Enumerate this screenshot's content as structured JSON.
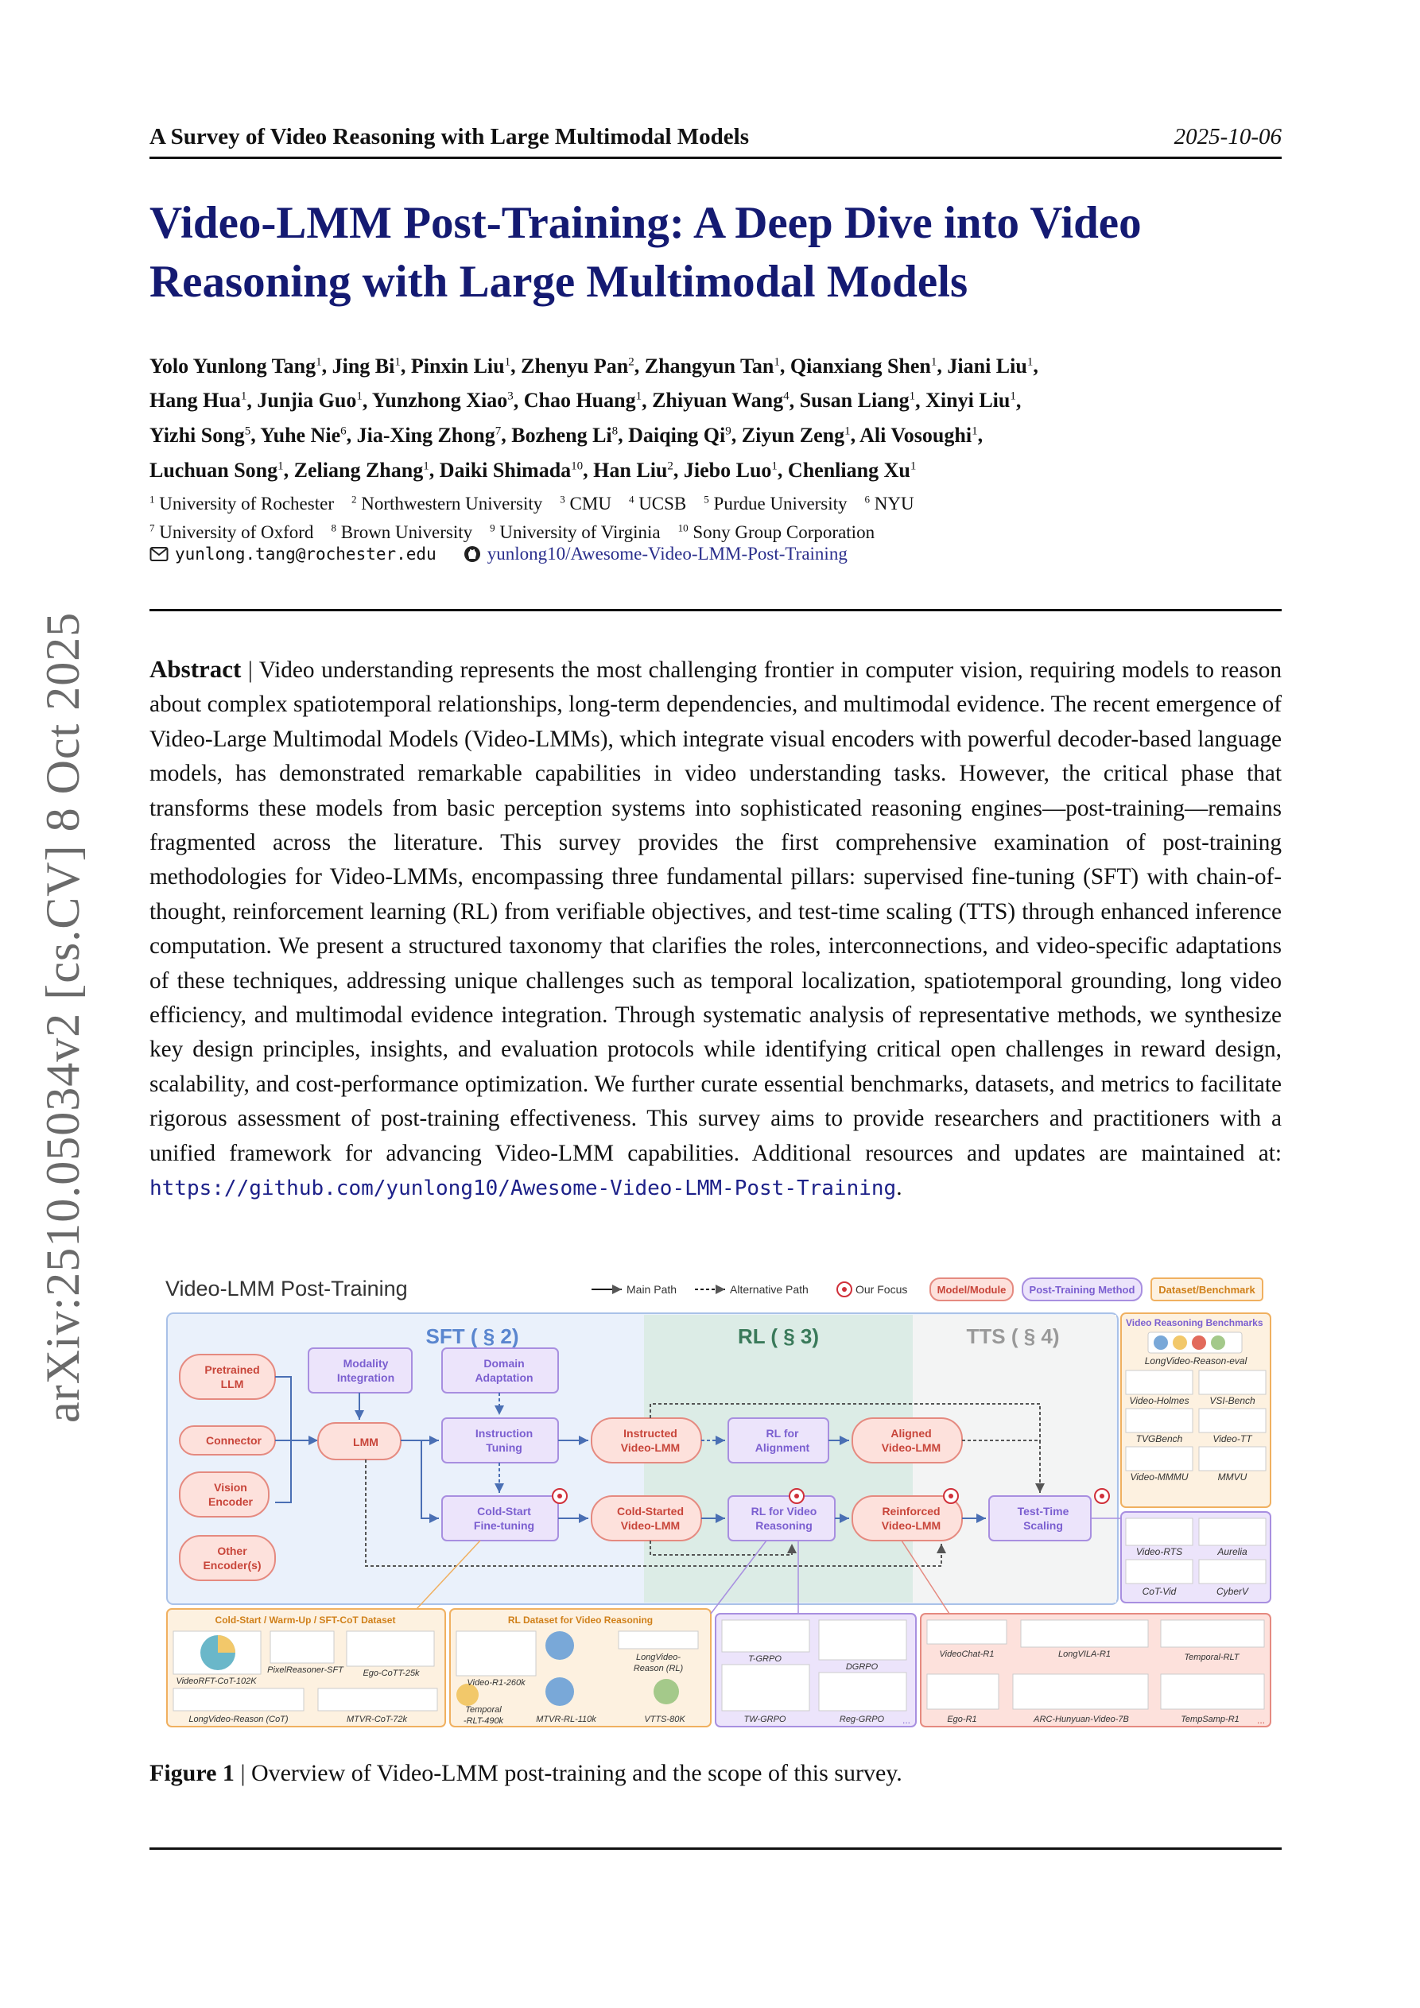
{
  "header": {
    "left": "A Survey of Video Reasoning with Large Multimodal Models",
    "right": "2025-10-06"
  },
  "title": {
    "line1": "Video-LMM Post-Training: A Deep Dive into Video",
    "line2": "Reasoning with Large Multimodal Models"
  },
  "authors": [
    {
      "name": "Yolo Yunlong Tang",
      "aff": "1"
    },
    {
      "name": "Jing Bi",
      "aff": "1"
    },
    {
      "name": "Pinxin Liu",
      "aff": "1"
    },
    {
      "name": "Zhenyu Pan",
      "aff": "2"
    },
    {
      "name": "Zhangyun Tan",
      "aff": "1"
    },
    {
      "name": "Qianxiang Shen",
      "aff": "1"
    },
    {
      "name": "Jiani Liu",
      "aff": "1"
    },
    {
      "name": "Hang Hua",
      "aff": "1"
    },
    {
      "name": "Junjia Guo",
      "aff": "1"
    },
    {
      "name": "Yunzhong Xiao",
      "aff": "3"
    },
    {
      "name": "Chao Huang",
      "aff": "1"
    },
    {
      "name": "Zhiyuan Wang",
      "aff": "4"
    },
    {
      "name": "Susan Liang",
      "aff": "1"
    },
    {
      "name": "Xinyi Liu",
      "aff": "1"
    },
    {
      "name": "Yizhi Song",
      "aff": "5"
    },
    {
      "name": "Yuhe Nie",
      "aff": "6"
    },
    {
      "name": "Jia-Xing Zhong",
      "aff": "7"
    },
    {
      "name": "Bozheng Li",
      "aff": "8"
    },
    {
      "name": "Daiqing Qi",
      "aff": "9"
    },
    {
      "name": "Ziyun Zeng",
      "aff": "1"
    },
    {
      "name": "Ali Vosoughi",
      "aff": "1"
    },
    {
      "name": "Luchuan Song",
      "aff": "1"
    },
    {
      "name": "Zeliang Zhang",
      "aff": "1"
    },
    {
      "name": "Daiki Shimada",
      "aff": "10"
    },
    {
      "name": "Han Liu",
      "aff": "2"
    },
    {
      "name": "Jiebo Luo",
      "aff": "1"
    },
    {
      "name": "Chenliang Xu",
      "aff": "1"
    }
  ],
  "author_lines": [
    7,
    7,
    7,
    6
  ],
  "affiliations": {
    "row1": [
      {
        "num": "1",
        "name": "University of Rochester"
      },
      {
        "num": "2",
        "name": "Northwestern University"
      },
      {
        "num": "3",
        "name": "CMU"
      },
      {
        "num": "4",
        "name": "UCSB"
      },
      {
        "num": "5",
        "name": "Purdue University"
      },
      {
        "num": "6",
        "name": "NYU"
      }
    ],
    "row2": [
      {
        "num": "7",
        "name": "University of Oxford"
      },
      {
        "num": "8",
        "name": "Brown University"
      },
      {
        "num": "9",
        "name": "University of Virginia"
      },
      {
        "num": "10",
        "name": "Sony Group Corporation"
      }
    ]
  },
  "contact": {
    "email": "yunlong.tang@rochester.edu",
    "repo": "yunlong10/Awesome-Video-LMM-Post-Training"
  },
  "arxiv_stamp": "arXiv:2510.05034v2  [cs.CV]  8 Oct 2025",
  "abstract": {
    "lead": "Abstract",
    "sep": " | ",
    "body": "Video understanding represents the most challenging frontier in computer vision, requiring models to reason about complex spatiotemporal relationships, long-term dependencies, and multimodal evidence. The recent emergence of Video-Large Multimodal Models (Video-LMMs), which integrate visual encoders with powerful decoder-based language models, has demonstrated remarkable capabilities in video understanding tasks. However, the critical phase that transforms these models from basic perception systems into sophisticated reasoning engines—post-training—remains fragmented across the literature. This survey provides the first comprehensive examination of post-training methodologies for Video-LMMs, encompassing three fundamental pillars: supervised fine-tuning (SFT) with chain-of-thought, reinforcement learning (RL) from verifiable objectives, and test-time scaling (TTS) through enhanced inference computation. We present a structured taxonomy that clarifies the roles, interconnections, and video-specific adaptations of these techniques, addressing unique challenges such as temporal localization, spatiotemporal grounding, long video efficiency, and multimodal evidence integration. Through systematic analysis of representative methods, we synthesize key design principles, insights, and evaluation protocols while identifying critical open challenges in reward design, scalability, and cost-performance optimization. We further curate essential benchmarks, datasets, and metrics to facilitate rigorous assessment of post-training effectiveness. This survey aims to provide researchers and practitioners with a unified framework for advancing Video-LMM capabilities. Additional resources and updates are maintained at: ",
    "url": "https://github.com/yunlong10/Awesome-Video-LMM-Post-Training",
    "end": "."
  },
  "figure": {
    "title": "Video-LMM Post-Training",
    "legend": [
      "Main Path",
      "Alternative Path",
      "Our Focus",
      "Model/Module",
      "Post-Training Method",
      "Dataset/Benchmark"
    ],
    "sections": [
      "SFT ( § 2)",
      "RL ( § 3)",
      "TTS ( § 4)"
    ],
    "nodes": {
      "pretrained": [
        "Pretrained",
        "LLM"
      ],
      "connector": [
        "Connector"
      ],
      "vision": [
        "Vision",
        "Encoder"
      ],
      "other": [
        "Other",
        "Encoder(s)"
      ],
      "lmm": [
        "LMM"
      ],
      "modality": [
        "Modality",
        "Integration"
      ],
      "domain": [
        "Domain",
        "Adaptation"
      ],
      "instruction": [
        "Instruction",
        "Tuning"
      ],
      "coldstart": [
        "Cold-Start",
        "Fine-tuning"
      ],
      "instructed": [
        "Instructed",
        "Video-LMM"
      ],
      "coldstarted": [
        "Cold-Started",
        "Video-LMM"
      ],
      "rlalign": [
        "RL for",
        "Alignment"
      ],
      "rlvideo": [
        "RL for Video",
        "Reasoning"
      ],
      "aligned": [
        "Aligned",
        "Video-LMM"
      ],
      "reinforced": [
        "Reinforced",
        "Video-LMM"
      ],
      "tts": [
        "Test-Time",
        "Scaling"
      ]
    },
    "bench_title": "Video Reasoning Benchmarks",
    "bench_items": [
      "LongVideo-Reason-eval",
      "Video-Holmes",
      "VSI-Bench",
      "TVGBench",
      "Video-TT",
      "Video-MMMU",
      "MMVU"
    ],
    "tts_items": [
      "Video-RTS",
      "Aurelia",
      "CoT-Vid",
      "CyberV"
    ],
    "cold_title": "Cold-Start / Warm-Up / SFT-CoT Dataset",
    "cold_items": [
      "VideoRFT-CoT-102K",
      "PixelReasoner-SFT",
      "Ego-CoTT-25k",
      "LongVideo-Reason (CoT)",
      "MTVR-CoT-72k"
    ],
    "rl_title": "RL Dataset for Video Reasoning",
    "rl_items": [
      "Video-R1-260k",
      "LongVideo-",
      "Reason (RL)",
      "Temporal",
      "-RLT-490k",
      "MTVR-RL-110k",
      "VTTS-80K"
    ],
    "grpo_items": [
      "T-GRPO",
      "DGRPO",
      "TW-GRPO",
      "Reg-GRPO"
    ],
    "model_items": [
      "VideoChat-R1",
      "LongVILA-R1",
      "Temporal-RLT",
      "Ego-R1",
      "ARC-Hunyuan-Video-7B",
      "TempSamp-R1"
    ],
    "ellipsis": "..."
  },
  "caption": {
    "lead": "Figure 1",
    "text": " | Overview of Video-LMM post-training and the scope of this survey."
  },
  "colors": {
    "title": "#141a72",
    "model_fill": "#fde1dc",
    "model_stroke": "#e58a80",
    "method_fill": "#ece4fb",
    "method_stroke": "#a88fe0",
    "dataset_fill": "#fdf1e0",
    "dataset_stroke": "#f0b060",
    "sft_bg": "#e8f0fb",
    "rl_bg": "#dcece6"
  }
}
